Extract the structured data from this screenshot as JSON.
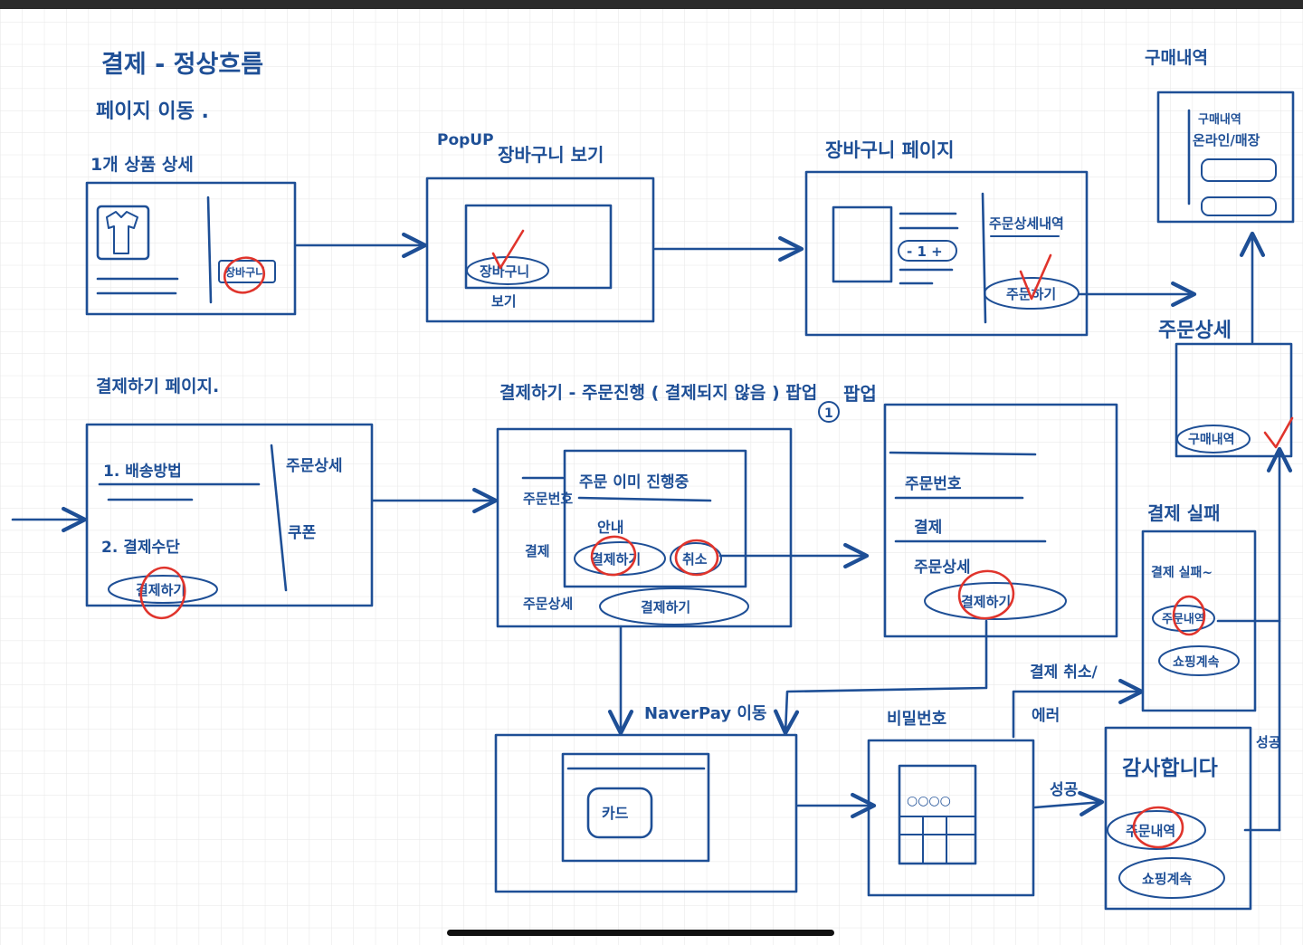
{
  "colors": {
    "ink": "#1e4f96",
    "check": "#e0342c",
    "grid": "#e6e6e6",
    "background": "#ffffff"
  },
  "title": {
    "line1": "결제 - 정상흐름",
    "line2": "페이지 이동 ."
  },
  "labels": {
    "product": "1개 상품 상세",
    "popup_tag": "PopUP",
    "cart_popup": "장바구니 보기",
    "cart_page": "장바구니 페이지",
    "purchase_history": "구매내역",
    "order_detail": "주문상세",
    "checkout_page": "결제하기 페이지.",
    "order_progress": "결제하기 - 주문진행 ( 결제되지 않음 ) 팝업",
    "payment_fail": "결제 실패",
    "naverpay": "NaverPay 이동",
    "password": "비밀번호",
    "cancel_or_error": "결제 취소/",
    "error": "에러",
    "success": "성공",
    "success_side": "성공"
  },
  "screens": {
    "product": {
      "add_cart": "장바구니"
    },
    "cart_popup": {
      "view_cart": "장바구니",
      "view_cart_line2": "보기"
    },
    "cart_page": {
      "stepper": "- 1 +",
      "order_detail_label": "주문상세내역",
      "order_button": "주문하기"
    },
    "history": {
      "text1": "구매내역",
      "text2": "온라인/매장"
    },
    "order_detail": {
      "history_button": "구매내역"
    },
    "checkout": {
      "item1": "1. 배송방법",
      "item2": "2. 결제수단",
      "pay_button": "결제하기",
      "side1": "주문상세",
      "side2": "쿠폰"
    },
    "progress": {
      "left1": "주문번호",
      "left2": "결제",
      "left3": "주문상세",
      "modal_title": "주문 이미 진행중",
      "modal_text": "안내",
      "modal_pay": "결제하기",
      "modal_cancel": "취소",
      "bottom_pay": "결제하기",
      "circled_one": "1"
    },
    "popup_order": {
      "line1": "주문번호",
      "line2": "결제",
      "line3": "주문상세",
      "pay_button": "결제하기"
    },
    "fail": {
      "text": "결제 실패~",
      "history_button": "주문내역",
      "shopping_button": "쇼핑계속"
    },
    "naverpay_screen": {
      "card": "카드"
    },
    "password_screen": {
      "dots": "○○○○"
    },
    "thanks": {
      "title": "감사합니다",
      "history_button": "주문내역",
      "shopping_button": "쇼핑계속"
    }
  }
}
